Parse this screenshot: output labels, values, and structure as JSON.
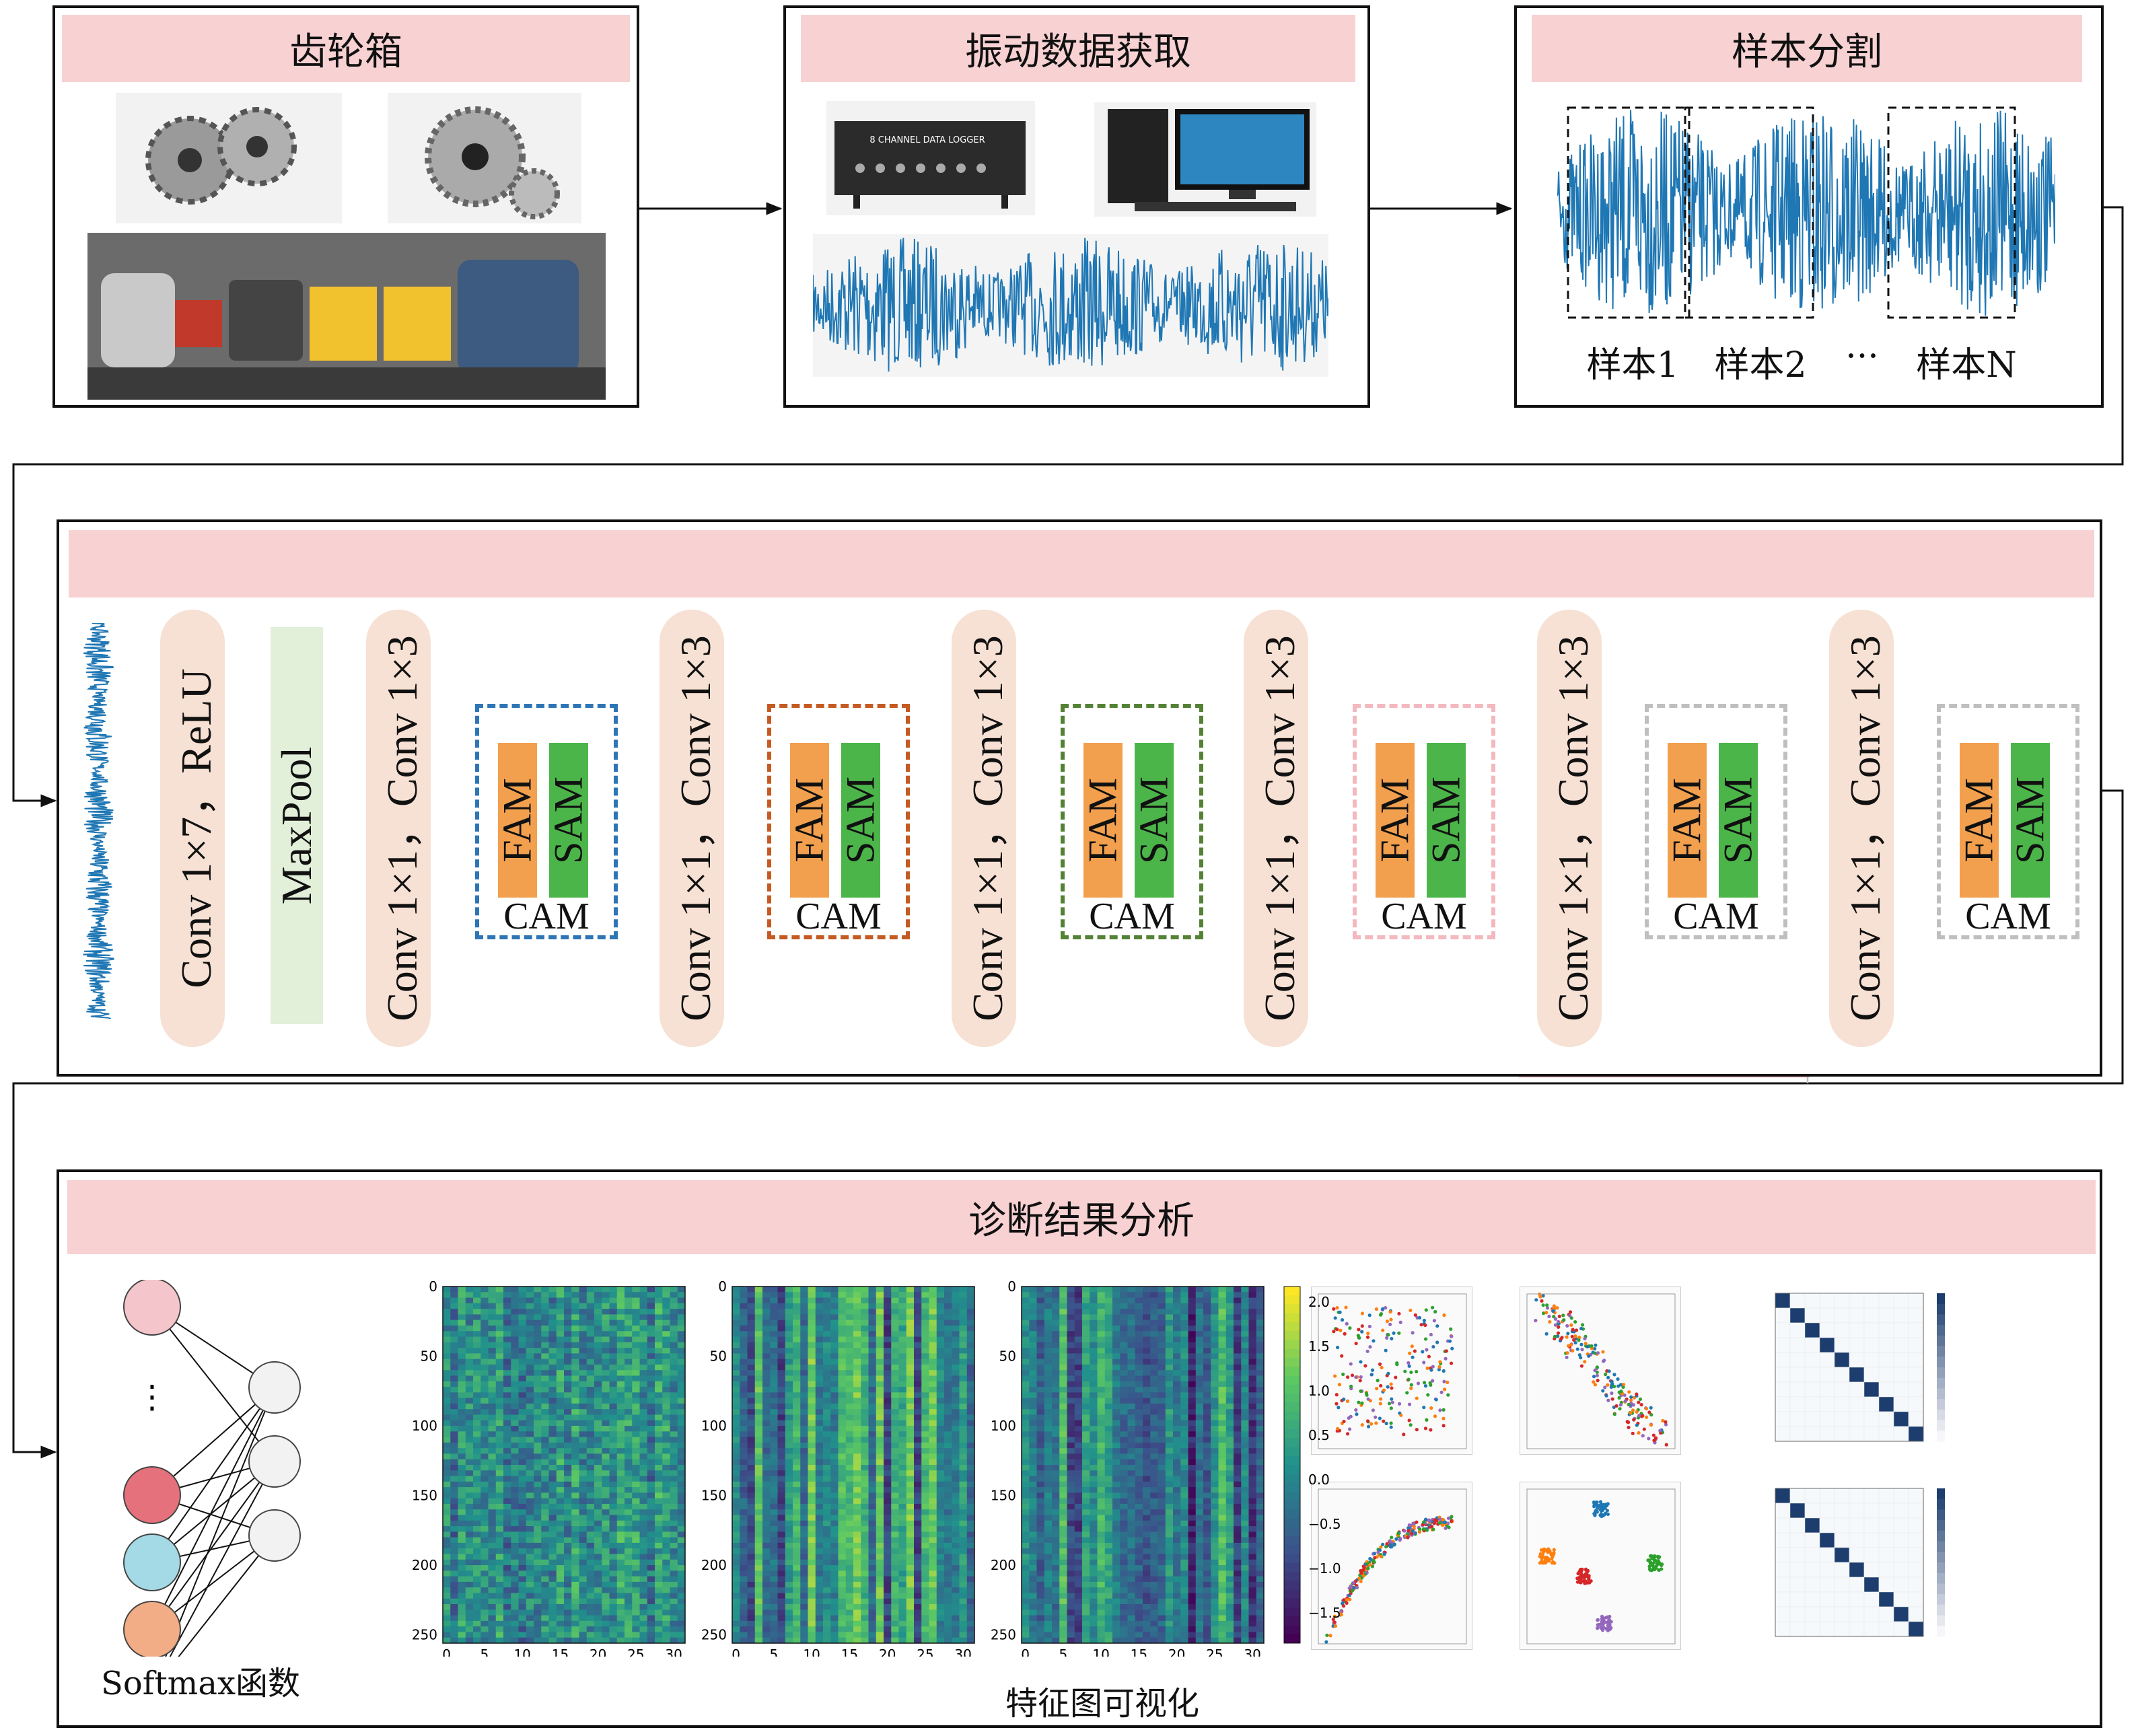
{
  "panels": {
    "gearbox": {
      "title": "齿轮箱"
    },
    "acquisition": {
      "title": "振动数据获取",
      "logger_label": "8 CHANNEL DATA LOGGER"
    },
    "segmentation": {
      "title": "样本分割",
      "sample_labels": [
        "样本1",
        "样本2",
        "···",
        "样本N"
      ]
    },
    "network": {
      "title": "",
      "stem": [
        "Conv 1×7，ReLU",
        "MaxPool",
        "Conv 1×1，Conv 1×3"
      ],
      "block_conv": "Conv 1×1，Conv 1×3",
      "fam": "FAM",
      "sam": "SAM",
      "cam": "CAM",
      "cam_colors": [
        "#2e75b6",
        "#c55a22",
        "#548235",
        "#f4b8bf",
        "#bfbfbf",
        "#bfbfbf"
      ]
    },
    "results": {
      "title": "诊断结果分析",
      "softmax_label": "Softmax函数",
      "ellipsis": "⋮",
      "feature_caption": "特征图可视化",
      "heatmap_yticks": [
        "0",
        "50",
        "100",
        "150",
        "200",
        "250"
      ],
      "heatmap_xticks": [
        "0",
        "5",
        "10",
        "15",
        "20",
        "25",
        "30"
      ],
      "colorbar_ticks": [
        "2.0",
        "1.5",
        "1.0",
        "0.5",
        "0.0",
        "−0.5",
        "−1.0",
        "−1.5"
      ],
      "node_colors": [
        "#f4c6cc",
        "#e5717c",
        "#a4d9e6",
        "#f2ad86",
        "#18b24a"
      ]
    }
  }
}
